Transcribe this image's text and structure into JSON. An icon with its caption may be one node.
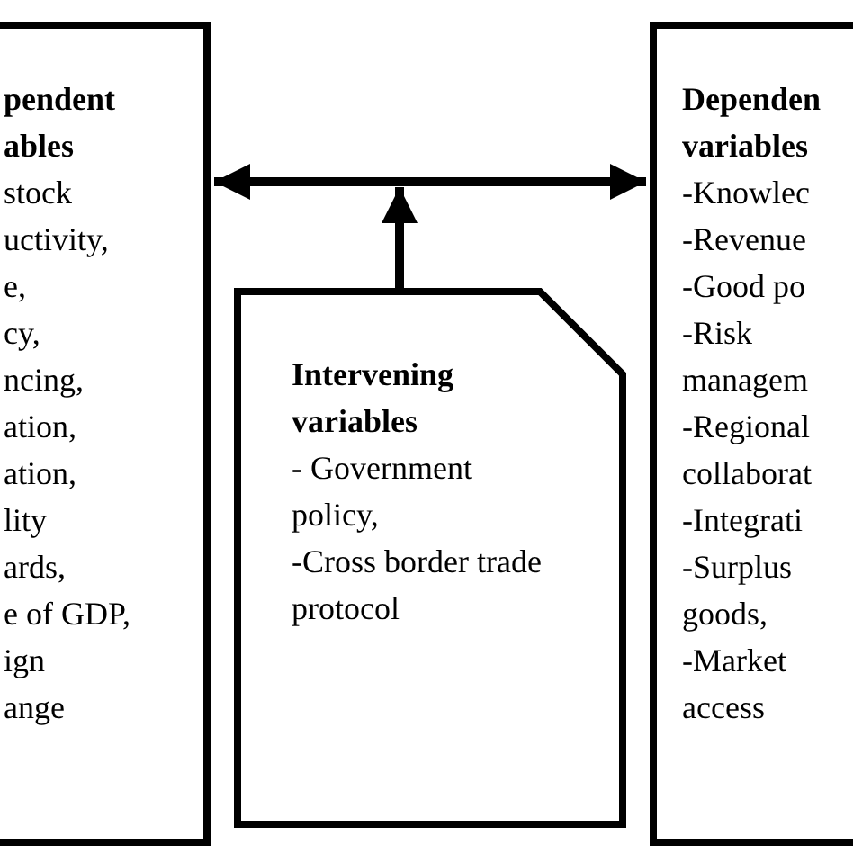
{
  "diagram": {
    "nodes": [
      {
        "text": [
          "pendent ables",
          "stock",
          "uctivity,",
          "e,",
          "cy,",
          "ncing,",
          "ation,",
          "ation,",
          "lity",
          "ards,",
          "e of GDP,",
          "ign",
          "ange"
        ]
      },
      {
        "text": [
          "Dependen variables",
          "-Knowlec",
          "-Revenue",
          "-Good po",
          "-Risk",
          "managem",
          "-Regional",
          "collaborat",
          "-Integrati",
          "-Surplus",
          "goods,",
          "-Market",
          "access"
        ]
      },
      {
        "text": [
          "Intervening variables",
          "- Government policy,",
          "-Cross border trade protocol"
        ]
      }
    ],
    "edges": [
      {
        "from": 1,
        "to": 0,
        "arrow": "both"
      },
      {
        "from": 2,
        "to": null,
        "arrow": "to"
      }
    ]
  }
}
